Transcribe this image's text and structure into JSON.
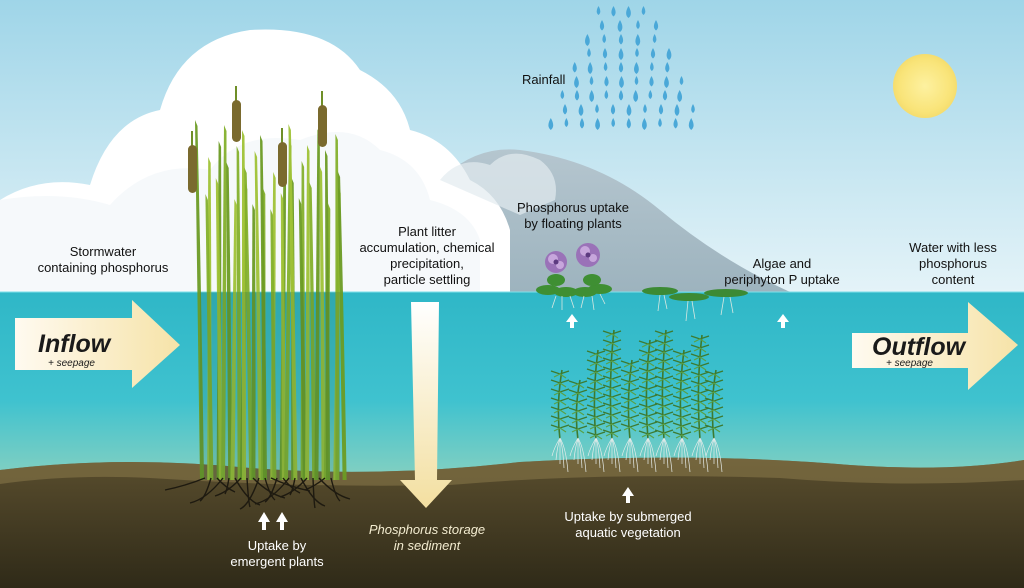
{
  "labels": {
    "rainfall": "Rainfall",
    "stormwater": [
      "Stormwater",
      "containing phosphorus"
    ],
    "plant_litter": [
      "Plant litter",
      "accumulation, chemical",
      "precipitation,",
      "particle settling"
    ],
    "floating_uptake": [
      "Phosphorus uptake",
      "by floating plants"
    ],
    "algae_uptake": [
      "Algae and",
      "periphyton P uptake"
    ],
    "water_less_p": [
      "Water with less",
      "phosphorus",
      "content"
    ],
    "inflow": "Inflow",
    "inflow_sub": "+ seepage",
    "outflow": "Outflow",
    "outflow_sub": "+ seepage",
    "emergent_uptake": [
      "Uptake by",
      "emergent plants"
    ],
    "sediment_storage": [
      "Phosphorus storage",
      "in sediment"
    ],
    "submerged_uptake": [
      "Uptake by submerged",
      "aquatic vegetation"
    ]
  },
  "colors": {
    "sky_top": "#9fd5e8",
    "sky_bottom": "#e4f3f8",
    "water": "#3cbfcf",
    "sediment": "#3e3620",
    "sun": "#fbe98a",
    "rain": "#4aa8d8",
    "arrow_fill": "#fcefc6",
    "reed": "#8cb42a",
    "submerged_plant": "#4e8a3a",
    "flower": "#9a72b8"
  }
}
